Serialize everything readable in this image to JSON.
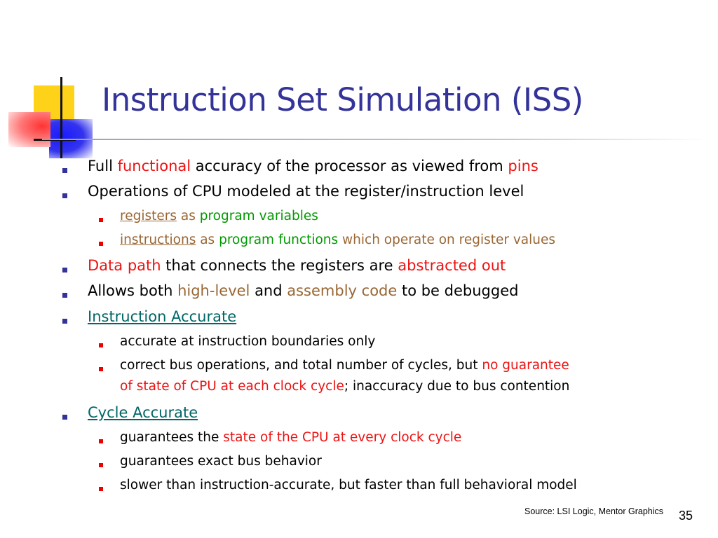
{
  "slide": {
    "title": "Instruction Set Simulation (ISS)",
    "bullets": [
      {
        "parts": [
          "Full ",
          "functional",
          " accuracy of the processor as viewed from ",
          "pins"
        ]
      },
      {
        "parts": [
          "Operations of CPU modeled at the register/instruction level"
        ]
      },
      {
        "parts": [
          "registers",
          " as ",
          "program variables"
        ]
      },
      {
        "parts": [
          "instructions",
          " as ",
          "program functions",
          " which operate on register values"
        ]
      },
      {
        "parts": [
          "Data path",
          " that connects the registers are ",
          "abstracted out"
        ]
      },
      {
        "parts": [
          "Allows both ",
          "high-level",
          " and ",
          "assembly code",
          " to be debugged"
        ]
      },
      {
        "parts": [
          "Instruction Accurate"
        ]
      },
      {
        "parts": [
          "accurate at instruction boundaries only"
        ]
      },
      {
        "parts": [
          "correct bus operations, and total number of cycles, but ",
          "no guarantee"
        ]
      },
      {
        "parts": [
          "of state of CPU at each clock cycle",
          "; inaccuracy due to bus contention"
        ]
      },
      {
        "parts": [
          "Cycle Accurate"
        ]
      },
      {
        "parts": [
          "guarantees the ",
          "state of the CPU at every clock cycle"
        ]
      },
      {
        "parts": [
          "guarantees exact bus behavior"
        ]
      },
      {
        "parts": [
          "slower than instruction-accurate, but faster than full behavioral model"
        ]
      }
    ],
    "source": "Source: LSI Logic, Mentor Graphics",
    "page_number": "35"
  },
  "colors": {
    "title": "#333399",
    "highlight_red": "#ee1111",
    "highlight_brown": "#996633",
    "highlight_green": "#009900",
    "link_teal": "#006666",
    "bullet_level1": "#333399",
    "bullet_level2": "#ee0000"
  },
  "icons": {
    "logo": "slide-corner-logo",
    "bullet_level1": "square-bullet",
    "bullet_level2": "small-square-bullet"
  }
}
